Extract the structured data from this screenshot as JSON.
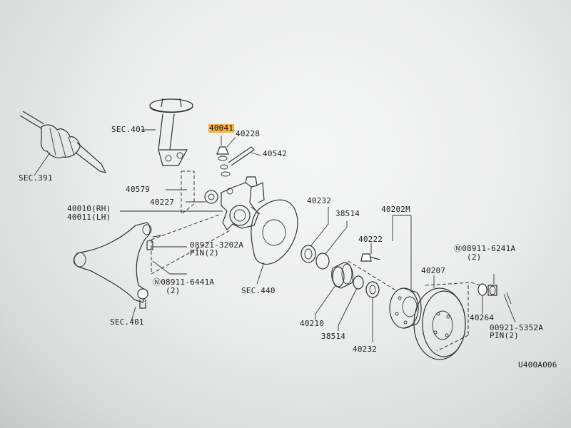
{
  "diagram": {
    "drawing_code": "U400A006",
    "labels": {
      "sec_401_top": "SEC.401",
      "sec_391": "SEC.391",
      "p40041": "40041",
      "p40228": "40228",
      "p40542": "40542",
      "p40579": "40579",
      "p40227": "40227",
      "p40010": "40010(RH)",
      "p40011": "40011(LH)",
      "p08921_3202a": "08921-3202A",
      "pin2_a": "PIN(2)",
      "p08911_6441a": "Ⓝ08911-6441A",
      "qty2_a": "(2)",
      "sec_401_bottom": "SEC.401",
      "sec_440": "SEC.440",
      "p40232_top": "40232",
      "p38514_top": "38514",
      "p40202m": "40202M",
      "p40222": "40222",
      "p40210": "40210",
      "p38514_bottom": "38514",
      "p40232_bottom": "40232",
      "p40207": "40207",
      "p08911_6241a": "Ⓝ08911-6241A",
      "qty2_b": "(2)",
      "p40264": "40264",
      "p00921_5352a": "00921-5352A",
      "pin2_b": "PIN(2)"
    }
  }
}
